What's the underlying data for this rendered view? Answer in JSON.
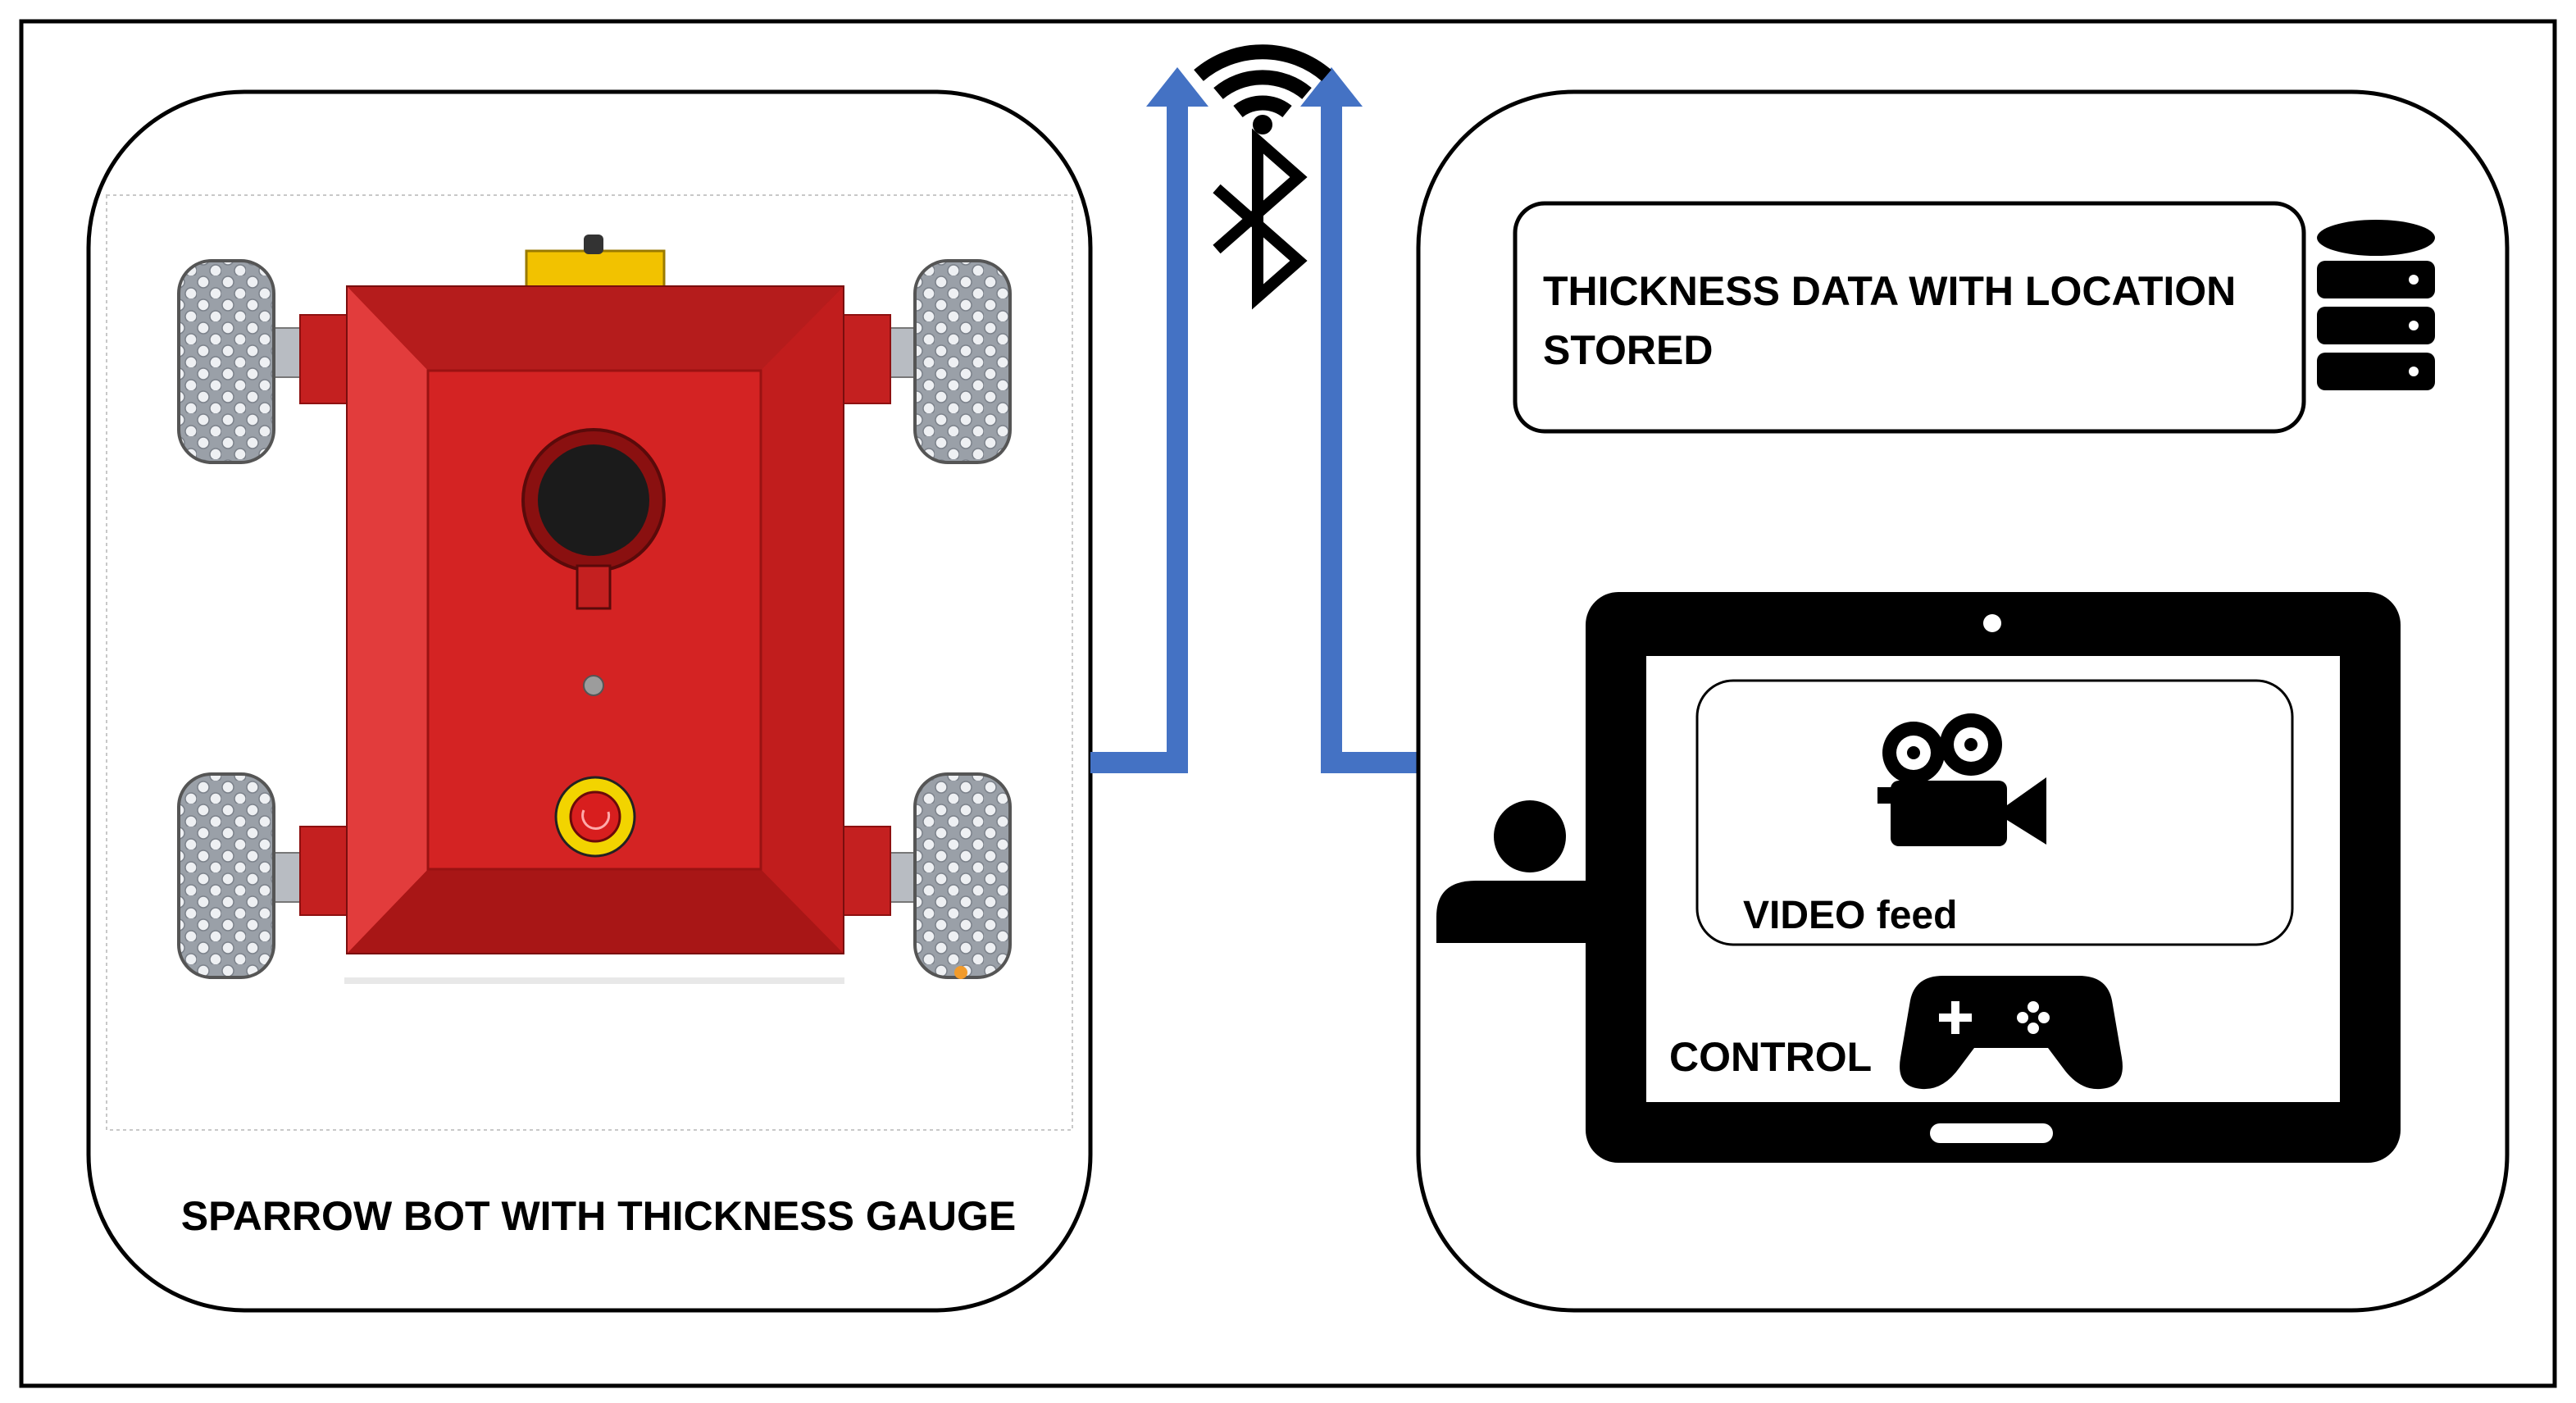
{
  "robot_panel": {
    "title": "SPARROW BOT WITH THICKNESS GAUGE"
  },
  "storage_panel": {
    "line1": "THICKNESS DATA WITH LOCATION",
    "line2": "STORED"
  },
  "tablet": {
    "video_label": "VIDEO feed",
    "control_label": "CONTROL"
  },
  "icons": {
    "wireless": "wifi-icon",
    "bluetooth": "bluetooth-icon",
    "database": "database-icon",
    "user": "user-icon",
    "camera": "video-camera-icon",
    "gamepad": "gamepad-icon"
  },
  "colors": {
    "link_arrow": "#4472C4",
    "robot_body": "#D42323",
    "robot_trim": "#F2C200",
    "frame": "#000000"
  }
}
